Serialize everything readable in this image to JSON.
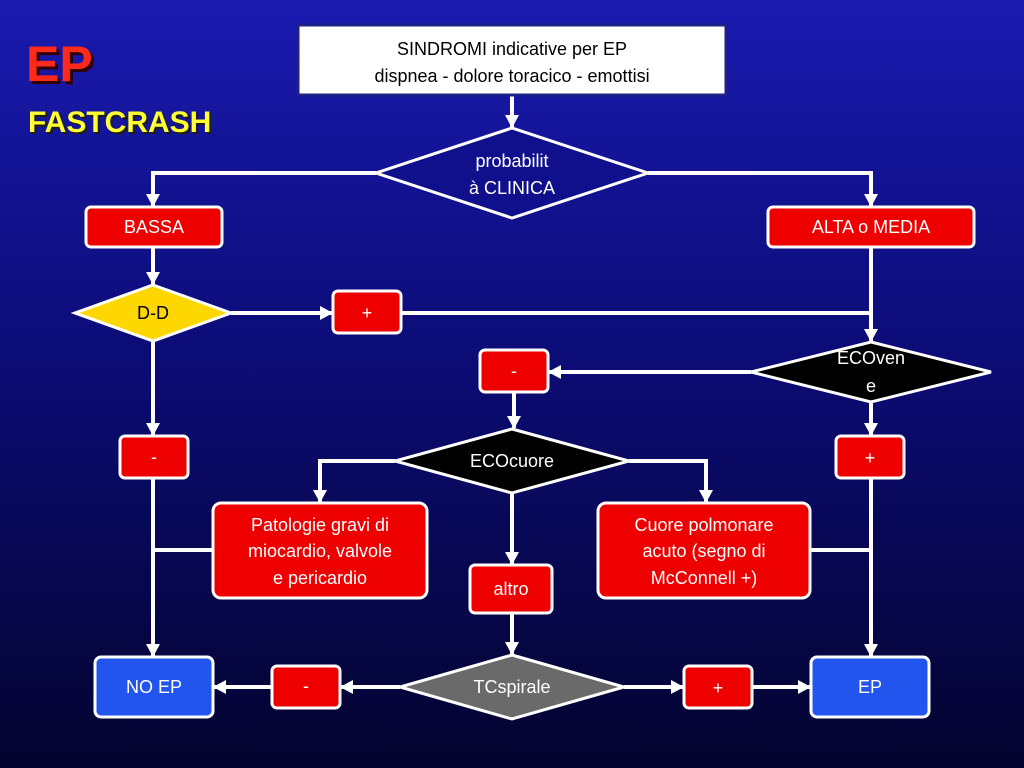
{
  "header": {
    "title": "EP",
    "subtitle": "FASTCRASH"
  },
  "nodes": {
    "start": {
      "line1": "SINDROMI indicative per EP",
      "line2": "dispnea - dolore toracico - emottisi"
    },
    "clinical_probability": {
      "line1": "probabilit",
      "line2": "à CLINICA"
    },
    "low": "BASSA",
    "high": "ALTA o MEDIA",
    "d_dimer": "D-D",
    "d_dimer_positive": "+",
    "d_dimer_negative": "-",
    "eco_vene": {
      "line1": "ECOven",
      "line2": "e"
    },
    "eco_vene_negative": "-",
    "eco_vene_positive": "+",
    "eco_cuore": "ECOcuore",
    "pathologies": {
      "line1": "Patologie gravi di",
      "line2": "miocardio, valvole",
      "line3": "e pericardio"
    },
    "cor_pulmonale": {
      "line1": "Cuore polmonare",
      "line2": "acuto (segno di",
      "line3": "McConnell +)"
    },
    "other": "altro",
    "tc_spiral": "TCspirale",
    "tc_negative": "-",
    "tc_positive": "+",
    "no_ep": "NO EP",
    "ep": "EP"
  },
  "colors": {
    "background_top": "#1a1ab0",
    "background_bottom": "#03032e",
    "title": "#ff2a1a",
    "subtitle": "#ffff33",
    "box_red": "#ee0000",
    "box_blue": "#2255ee",
    "diamond_yellow": "#ffd700",
    "diamond_black": "#000000",
    "diamond_gray": "#6a6a6a",
    "connector": "#ffffff"
  }
}
